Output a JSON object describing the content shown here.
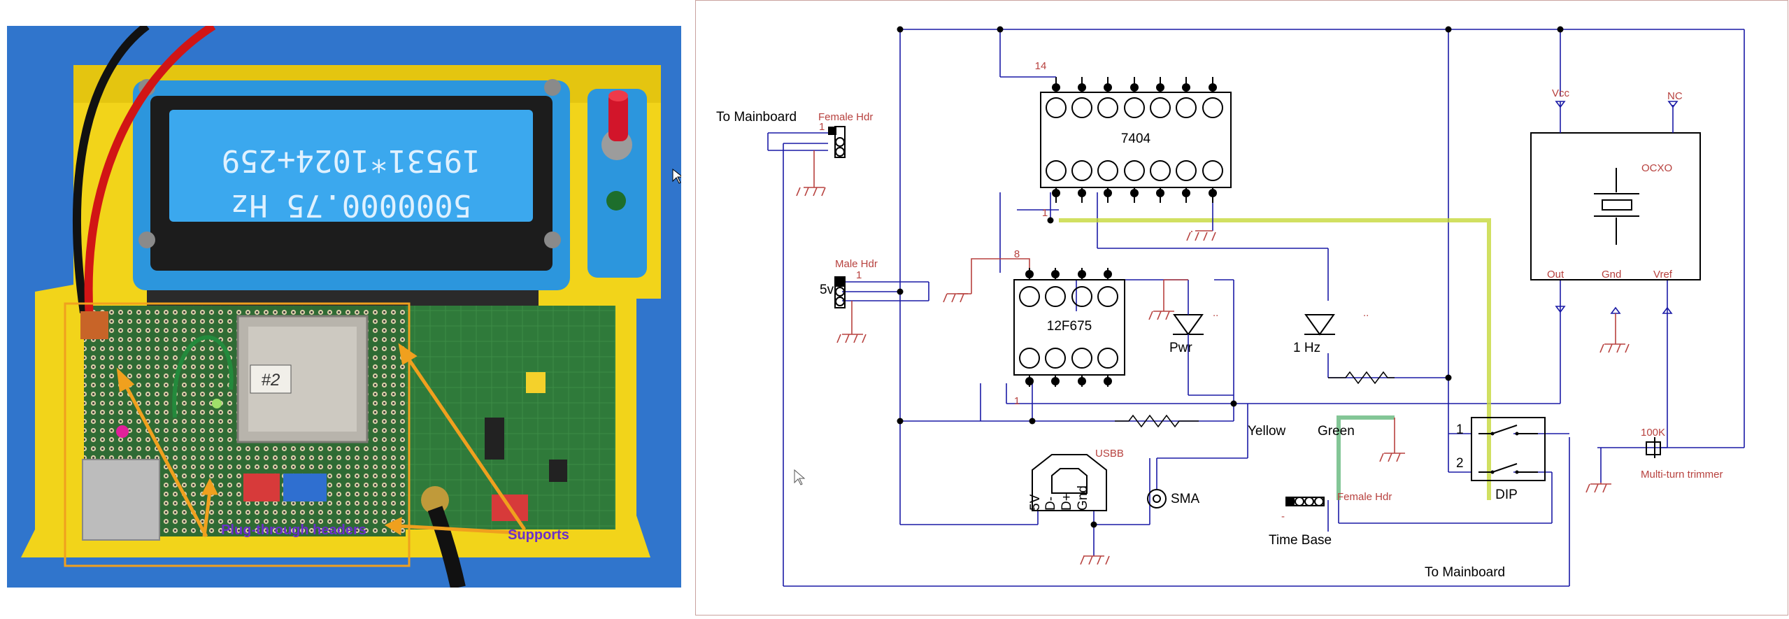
{
  "photo": {
    "lcd_line1": "19531*1024+259",
    "lcd_line2": "5000000.75 Hz",
    "oscillator_label": "#2",
    "label_headers": "Plug-through headers",
    "label_supports": "Supports"
  },
  "schematic": {
    "to_mainboard_top": "To Mainboard",
    "to_mainboard_bottom": "To Mainboard",
    "female_hdr_top": "Female Hdr",
    "female_hdr_bottom": "Female Hdr",
    "male_hdr": "Male Hdr",
    "five_v": "5v",
    "ic1_name": "7404",
    "ic1_pin14": "14",
    "ic1_pin1": "1",
    "ic2_name": "12F675",
    "ic2_pin8": "8",
    "ic2_pin1": "1",
    "pwr": "Pwr",
    "one_hz": "1 Hz",
    "yellow": "Yellow",
    "green": "Green",
    "usbb": "USBB",
    "usb_pin_5v": "5V",
    "usb_pin_dm": "D-",
    "usb_pin_dp": "D+",
    "usb_pin_gnd": "Gnd",
    "sma": "SMA",
    "time_base": "Time Base",
    "dip": "DIP",
    "dip_1": "1",
    "dip_2": "2",
    "ocxo": "OCXO",
    "vcc": "Vcc",
    "nc": "NC",
    "out": "Out",
    "gnd": "Gnd",
    "vref": "Vref",
    "pot_value": "100K",
    "pot_name": "Multi-turn trimmer",
    "sym_led_arrows": "..",
    "sym_header_minus": "-",
    "hdr_pin_1": "1"
  },
  "colors": {
    "wire": "#1a1aa6",
    "label_red": "#b7413e",
    "yellow_trace": "#c6d83a",
    "green_trace": "#4fae6a",
    "callout": "#f0a01e",
    "callout_text": "#6b2fc9"
  }
}
